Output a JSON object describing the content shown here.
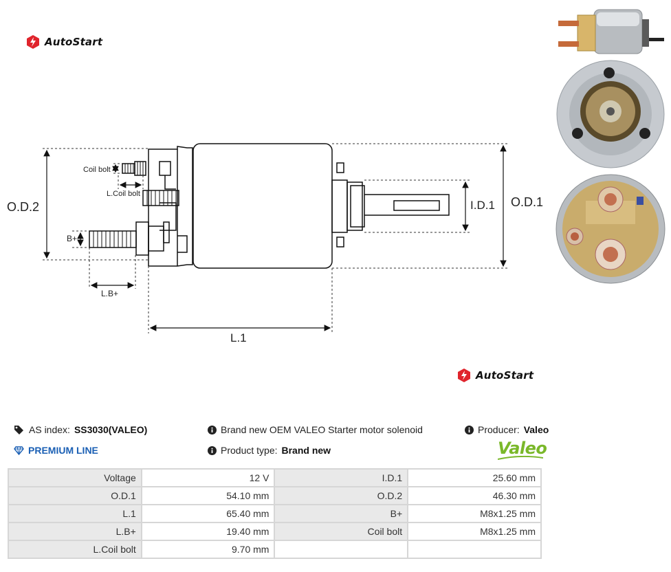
{
  "brand": {
    "name": "AutoStart"
  },
  "drawing_labels": {
    "od2": "O.D.2",
    "od1": "O.D.1",
    "id1": "I.D.1",
    "l1": "L.1",
    "coil_bolt": "Coil bolt",
    "l_coil_bolt": "L.Coil bolt",
    "b_plus": "B+",
    "lb_plus": "L.B+"
  },
  "product": {
    "as_index_label": "AS index:",
    "as_index_value": "SS3030(VALEO)",
    "premium": "PREMIUM LINE",
    "description": "Brand new OEM VALEO Starter motor solenoid",
    "product_type_label": "Product type:",
    "product_type_value": "Brand new",
    "producer_label": "Producer:",
    "producer_value": "Valeo",
    "producer_logo_text": "Valeo",
    "producer_logo_color": "#7ab82a"
  },
  "specs": [
    [
      {
        "k": "Voltage",
        "v": "12 V"
      },
      {
        "k": "I.D.1",
        "v": "25.60 mm"
      }
    ],
    [
      {
        "k": "O.D.1",
        "v": "54.10 mm"
      },
      {
        "k": "O.D.2",
        "v": "46.30 mm"
      }
    ],
    [
      {
        "k": "L.1",
        "v": "65.40 mm"
      },
      {
        "k": "B+",
        "v": "M8x1.25 mm"
      }
    ],
    [
      {
        "k": "L.B+",
        "v": "19.40 mm"
      },
      {
        "k": "Coil bolt",
        "v": "M8x1.25 mm"
      }
    ],
    [
      {
        "k": "L.Coil bolt",
        "v": "9.70 mm"
      },
      {
        "k": "",
        "v": ""
      }
    ]
  ],
  "icons": {
    "tag": "tags-icon",
    "info": "info-circle-icon",
    "diamond": "diamond-icon",
    "logo": "autostart-logo-icon"
  },
  "colors": {
    "premium": "#1a5fb4",
    "logo_red": "#e0242c"
  }
}
